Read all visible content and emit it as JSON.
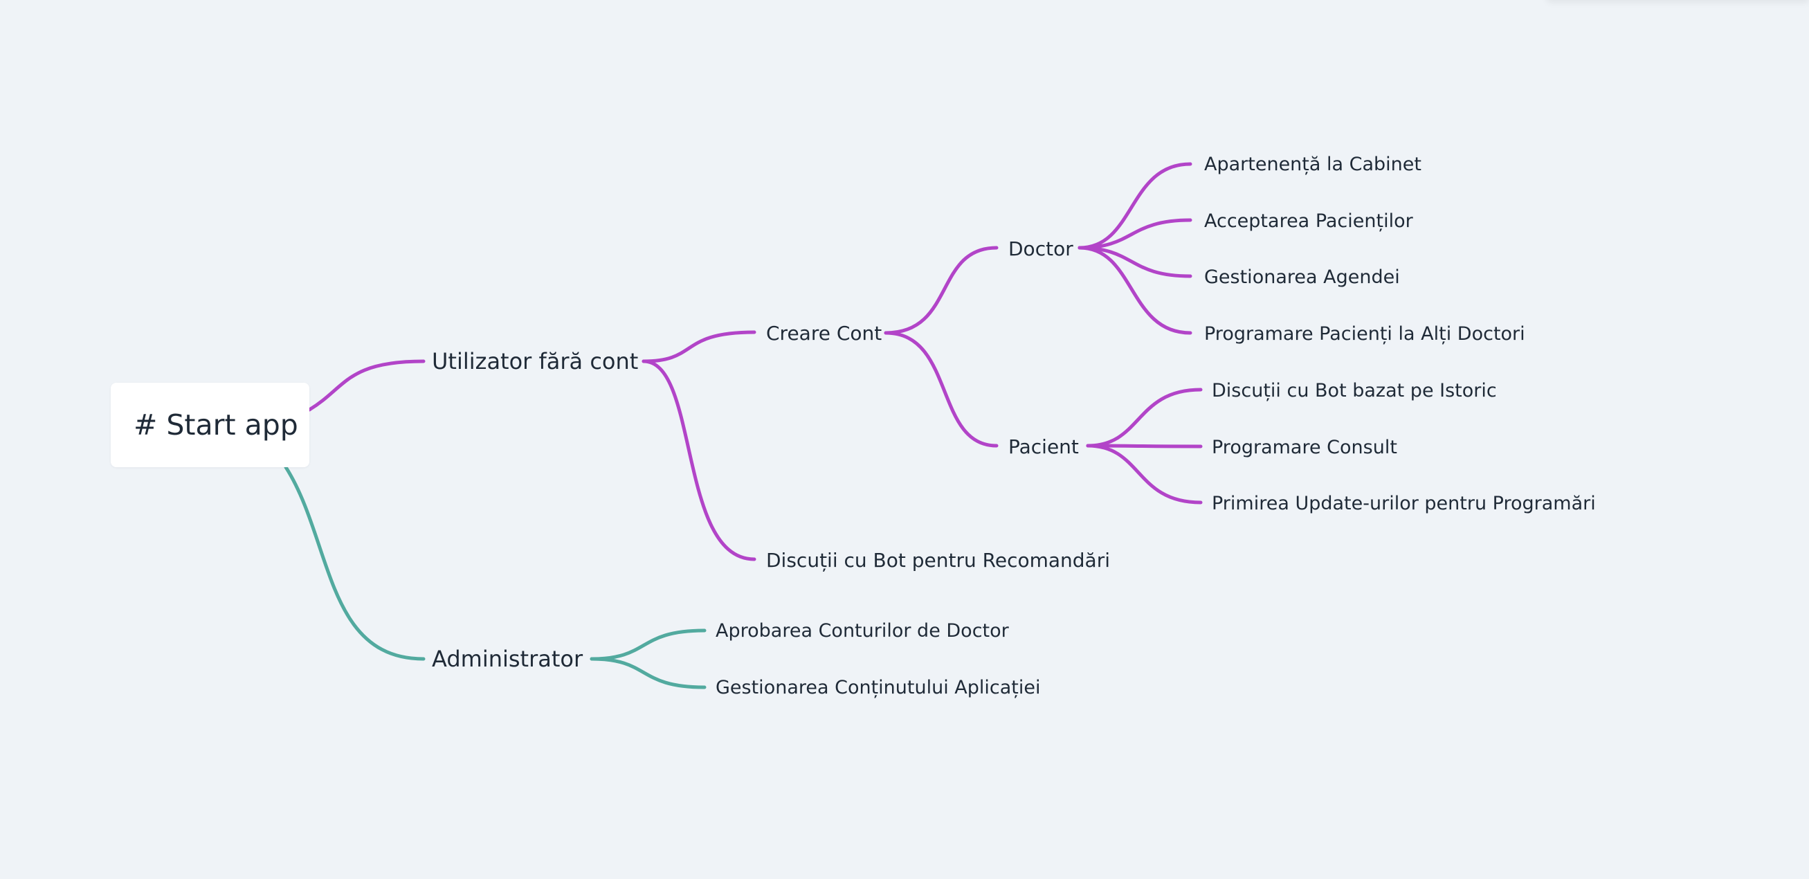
{
  "mindmap": {
    "root": {
      "label": "# Start app"
    },
    "colors": {
      "branch_user": "#b244c8",
      "branch_admin": "#52aa9f",
      "text": "#1f2a37",
      "background": "#eff3f7"
    },
    "nodes": {
      "utilizator": "Utilizator fără cont",
      "administrator": "Administrator",
      "creare_cont": "Creare Cont",
      "discutii_recomandari": "Discuții cu Bot pentru Recomandări",
      "doctor": "Doctor",
      "pacient": "Pacient",
      "apartenenta": "Apartenență la Cabinet",
      "acceptarea": "Acceptarea Pacienților",
      "gestionarea_agendei": "Gestionarea Agendei",
      "programare_alti": "Programare Pacienți la Alți Doctori",
      "discutii_istoric": "Discuții cu Bot bazat pe Istoric",
      "programare_consult": "Programare Consult",
      "primirea_update": "Primirea Update-urilor pentru Programări",
      "aprobarea": "Aprobarea Conturilor de Doctor",
      "gestionarea_continut": "Gestionarea Conținutului Aplicației"
    }
  }
}
